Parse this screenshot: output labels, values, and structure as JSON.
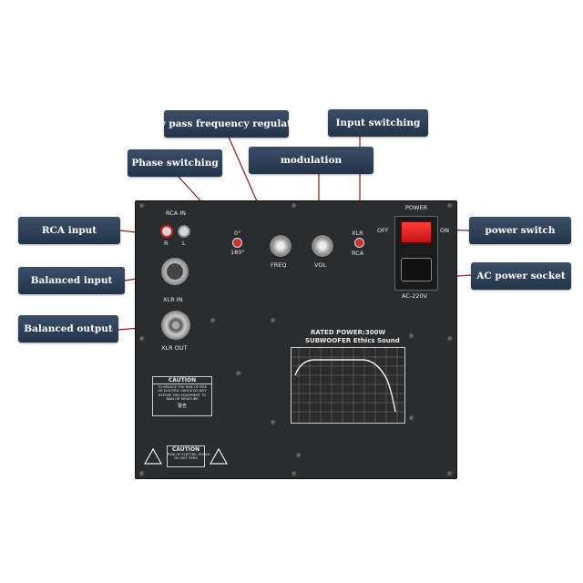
{
  "callouts": {
    "low_pass": "Low pass frequency regulation",
    "input_switching": "Input switching",
    "phase_switching": "Phase switching",
    "modulation": "modulation",
    "rca_input": "RCA input",
    "balanced_input": "Balanced input",
    "balanced_output": "Balanced output",
    "power_switch": "power switch",
    "ac_power_socket": "AC power socket"
  },
  "panel": {
    "rca_in": "RCA IN",
    "r": "R",
    "l": "L",
    "phase_0": "0°",
    "phase_180": "180°",
    "freq": "FREQ",
    "vol": "VOL",
    "xlr": "XLR",
    "rca": "RCA",
    "power": "POWER",
    "off": "OFF",
    "on": "ON",
    "ac_voltage": "AC-220V",
    "xlr_in": "XLR IN",
    "xlr_out": "XLR OUT",
    "rated_power": "RATED POWER:300W",
    "subwoofer": "SUBWOOFER Ethics Sound",
    "caution_title": "CAUTION",
    "caution_body": "TO REDUCE THE RISK OF FIRE OR ELECTRIC SHOCK DO NOT EXPOSE THIS EQUIPMENT TO RAIN OR MOISTURE",
    "warning_cn": "警告",
    "caution_bottom_title": "CAUTION",
    "caution_bottom_line1": "RISK OF ELECTRIC SHOCK",
    "caution_bottom_line2": "DO NOT OPEN"
  },
  "colors": {
    "callout_bg": "#2b3d52",
    "leader_line": "#8b1a1a",
    "panel_bg": "#2a2c2e",
    "power_switch_red": "#e02020"
  }
}
